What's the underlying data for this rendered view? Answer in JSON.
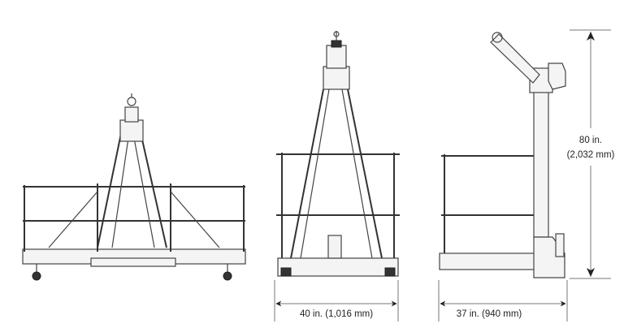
{
  "dimensions": {
    "width_front": "40 in. (1,016 mm)",
    "width_side": "37 in. (940 mm)",
    "height_line1": "80 in.",
    "height_line2": "(2,032 mm)"
  },
  "colors": {
    "line": "#444444",
    "background": "#ffffff"
  }
}
